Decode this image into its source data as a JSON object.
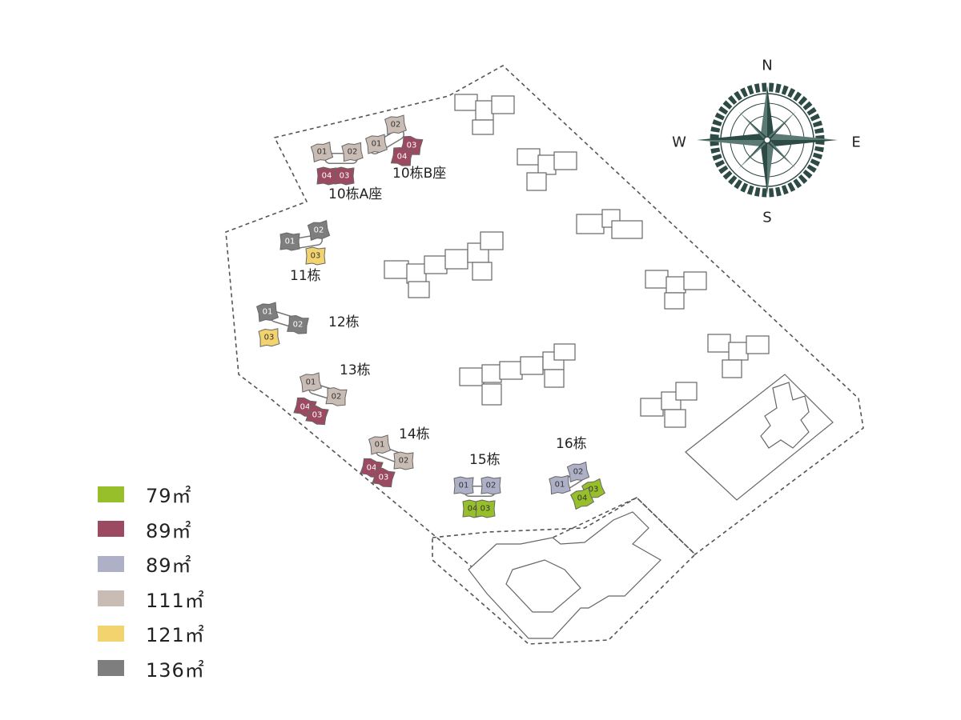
{
  "colors": {
    "79": "#97bf2a",
    "89r": "#9b4a61",
    "89b": "#adb0c6",
    "111": "#c9bcb5",
    "121": "#f2d36e",
    "136": "#7e7e7e"
  },
  "legend": [
    {
      "label": "79㎡",
      "color_key": "79"
    },
    {
      "label": "89㎡",
      "color_key": "89r"
    },
    {
      "label": "89㎡",
      "color_key": "89b"
    },
    {
      "label": "111㎡",
      "color_key": "111"
    },
    {
      "label": "121㎡",
      "color_key": "121"
    },
    {
      "label": "136㎡",
      "color_key": "136"
    }
  ],
  "compass": {
    "n": "N",
    "s": "S",
    "e": "E",
    "w": "W"
  },
  "buildings": [
    {
      "name": "10栋A座",
      "units": [
        {
          "code": "01",
          "color_key": "111"
        },
        {
          "code": "02",
          "color_key": "111"
        },
        {
          "code": "04",
          "color_key": "89r"
        },
        {
          "code": "03",
          "color_key": "89r"
        }
      ]
    },
    {
      "name": "10栋B座",
      "units": [
        {
          "code": "01",
          "color_key": "111"
        },
        {
          "code": "02",
          "color_key": "111"
        },
        {
          "code": "03",
          "color_key": "89r"
        },
        {
          "code": "04",
          "color_key": "89r"
        }
      ]
    },
    {
      "name": "11栋",
      "units": [
        {
          "code": "01",
          "color_key": "136"
        },
        {
          "code": "02",
          "color_key": "136"
        },
        {
          "code": "03",
          "color_key": "121"
        }
      ]
    },
    {
      "name": "12栋",
      "units": [
        {
          "code": "01",
          "color_key": "136"
        },
        {
          "code": "02",
          "color_key": "136"
        },
        {
          "code": "03",
          "color_key": "121"
        }
      ]
    },
    {
      "name": "13栋",
      "units": [
        {
          "code": "01",
          "color_key": "111"
        },
        {
          "code": "02",
          "color_key": "111"
        },
        {
          "code": "04",
          "color_key": "89r"
        },
        {
          "code": "03",
          "color_key": "89r"
        }
      ]
    },
    {
      "name": "14栋",
      "units": [
        {
          "code": "01",
          "color_key": "111"
        },
        {
          "code": "02",
          "color_key": "111"
        },
        {
          "code": "04",
          "color_key": "89r"
        },
        {
          "code": "03",
          "color_key": "89r"
        }
      ]
    },
    {
      "name": "15栋",
      "units": [
        {
          "code": "01",
          "color_key": "89b"
        },
        {
          "code": "02",
          "color_key": "89b"
        },
        {
          "code": "04",
          "color_key": "79"
        },
        {
          "code": "03",
          "color_key": "79"
        }
      ]
    },
    {
      "name": "16栋",
      "units": [
        {
          "code": "01",
          "color_key": "89b"
        },
        {
          "code": "02",
          "color_key": "89b"
        },
        {
          "code": "03",
          "color_key": "79"
        },
        {
          "code": "04",
          "color_key": "79"
        }
      ]
    }
  ]
}
